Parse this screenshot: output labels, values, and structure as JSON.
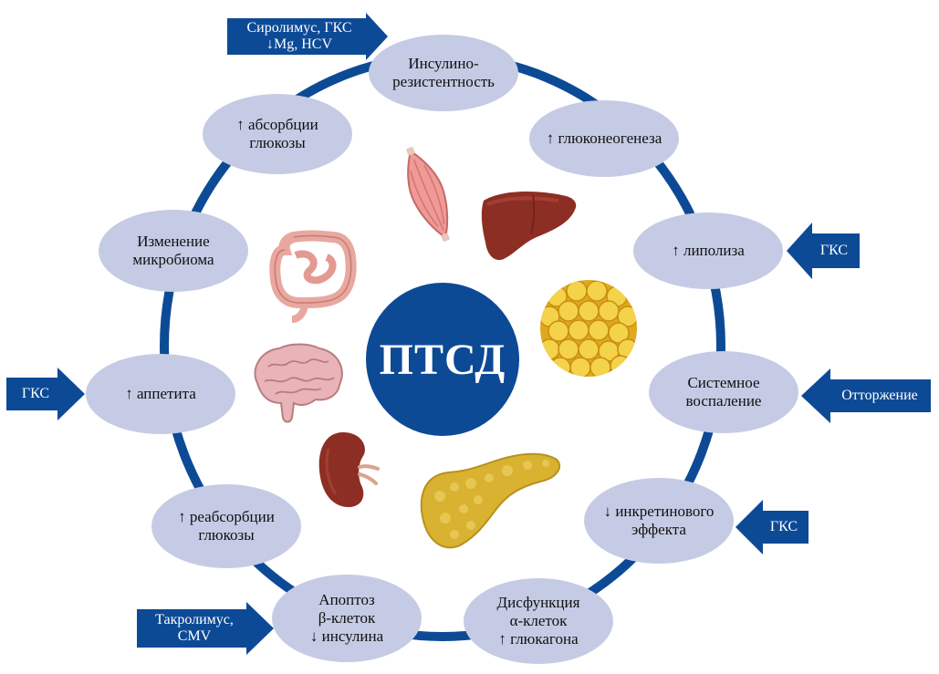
{
  "center": {
    "label": "ПТСД"
  },
  "nodes": {
    "insulin_resistance": "Инсулино-\nрезистентность",
    "gluconeogenesis": "↑ глюконеогенеза",
    "lipolysis": "↑ липолиза",
    "inflammation": "Системное\nвоспаление",
    "incretin": "↓ инкретинового\nэффекта",
    "alpha_cells": "Дисфункция\nα-клеток\n↑ глюкагона",
    "beta_cells": "Апоптоз\nβ-клеток\n↓ инсулина",
    "reabsorption": "↑ реабсорбции\nглюкозы",
    "appetite": "↑ аппетита",
    "microbiome": "Изменение\nмикробиома",
    "absorption": "↑ абсорбции\nглюкозы"
  },
  "arrows": {
    "sirolimus": "Сиролимус, ГКС\n↓Mg, HCV",
    "gks_lipolysis": "ГКС",
    "rejection": "Отторжение",
    "gks_incretin": "ГКС",
    "tacrolimus": "Такролимус,\nCMV",
    "gks_appetite": "ГКС"
  },
  "organs": [
    "muscle-icon",
    "liver-icon",
    "fat-tissue-icon",
    "pancreas-icon",
    "kidney-icon",
    "brain-icon",
    "intestine-icon"
  ],
  "colors": {
    "ring": "#0d4a96",
    "node": "#c5cbe4",
    "arrow": "#0d4a96",
    "center": "#0d4a96"
  }
}
